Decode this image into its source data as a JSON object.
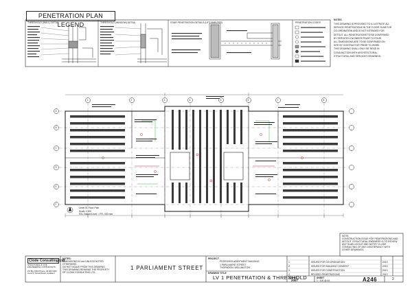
{
  "legend": {
    "title": "PENETRATION PLAN LEGEND",
    "detail_titles": [
      "THRESHOLD (WALL) DETAIL",
      "THRESHOLD (WINDOW) DETAIL",
      "STAIR PENETRATION DETAILS (LIFT SHELTER)"
    ],
    "codes_title": "PENETRATION CODES",
    "notes_title": "NOTES",
    "notes_lines": [
      "THIS DRAWING IS PROVIDED TO ILLUSTRATE ALL",
      "SERVICE PENETRATIONS IN THE FLOOR SLAB FOR",
      "CO-ORDINATION AND IS NOT INTENDED FOR",
      "SETOUT. ALL PENETRATIONS TO BE CONFIRMED",
      "BY SERVICES ENGINEER PRIOR TO POUR.",
      "",
      "ALL DIMENSIONS ARE TO BE CONFIRMED ON",
      "SITE BY CONTRACTOR PRIOR TO WORK.",
      "",
      "THIS DRAWING SHALL ONLY BE READ IN",
      "CONJUNCTION WITH ARCHITECTURAL,",
      "STRUCTURAL AND SERVICES DRAWINGS."
    ]
  },
  "plan": {
    "caption": "Level 01 Floor Plan",
    "caption_scale": "Scale 1:100",
    "caption_ref": "SSL Datum/Level = FFL 000 mm",
    "grid_top": [
      "1",
      "2",
      "3",
      "4",
      "5",
      "6",
      "7",
      "8"
    ],
    "grid_left": [
      "A",
      "B",
      "C",
      "D",
      "E",
      "F"
    ]
  },
  "construction_note": {
    "lines": [
      "NOTE:",
      "CONSTRUCTION ISSUE FOR PENETRATIONS AND",
      "SETOUT. STRUCTURAL ENGINEER IS TO REVIEW",
      "ANY SLAB LAYOUT AND NOTIFY CLODE",
      "CONSULTING OF ANY DISCREPANCY WITH",
      "OTHER DRAWINGS."
    ]
  },
  "title_block": {
    "company": "Clode Consulting Ltd",
    "company_sub": "STRUCTURAL & CIVIL ENGINEERING CONSULTANTS",
    "address_lines": [
      "PO Box 5000  Phone: 09 300 0000",
      "Level 3, Parnell Road, Auckland"
    ],
    "notes_heading": "NOTES:",
    "notes_lines": [
      "DIMENSIONS IN mm UNLESS NOTED OTHERWISE.",
      "DO NOT SCALE FROM THIS DRAWING.",
      "THIS DRAWING REMAINS THE PROPERTY",
      "OF CLODE CONSULTING LTD."
    ],
    "project_name": "1 PARLIAMENT STREET",
    "project_label": "PROJECT",
    "project_desc": [
      "PROPOSED APARTMENT BUILDING",
      "1 PARLIAMENT STREET",
      "THORNDON, WELLINGTON"
    ],
    "drawing_title": "LV 1  PENETRATION & THRESHOLD",
    "drawing_label": "DRAWING TITLE",
    "job_label": "JOB NO.",
    "job_number": "2007",
    "sheet_label": "SHEET",
    "sheet_prefix": "1 : 100 @ A1",
    "drawing_number": "A246",
    "revision": "2",
    "revision_rows": [
      {
        "rev": "1",
        "desc": "ISSUED FOR CO-ORDINATION",
        "date": "2013"
      },
      {
        "rev": "2",
        "desc": "ISSUED FOR BUILDING CONSENT",
        "date": "2013"
      },
      {
        "rev": "3",
        "desc": "ISSUED FOR CONSTRUCTION",
        "date": "2013"
      },
      {
        "rev": "4",
        "desc": "REVISED PENETRATIONS",
        "date": "2013"
      }
    ]
  }
}
